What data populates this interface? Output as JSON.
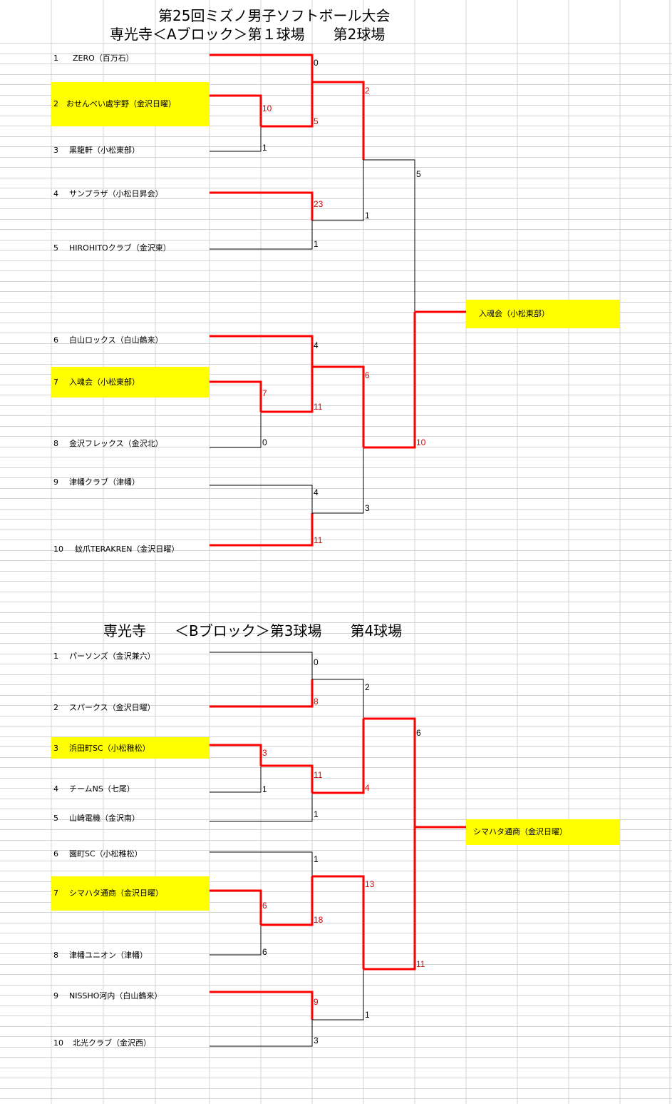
{
  "header": {
    "title_line1": "第25回ミズノ男子ソフトボール大会",
    "title_line2": "専光寺＜Aブロック＞第１球場　　第2球場"
  },
  "block_b": {
    "title": "専光寺　　＜Bブロック＞第3球場　　第4球場"
  },
  "colors": {
    "win_line": "#ff0000",
    "lose_line": "#000000",
    "highlight": "#ffff00",
    "grid": "#d4d4d4"
  },
  "block_a": {
    "teams": [
      {
        "no": "1",
        "name": "ZERO（百万石）"
      },
      {
        "no": "2",
        "name": "おせんべい處宇野（金沢日曜）"
      },
      {
        "no": "3",
        "name": "黒龍軒（小松東部）"
      },
      {
        "no": "4",
        "name": "サンプラザ（小松日昇会）"
      },
      {
        "no": "5",
        "name": "HIROHITOクラブ（金沢東）"
      },
      {
        "no": "6",
        "name": "白山ロックス（白山鶴来）"
      },
      {
        "no": "7",
        "name": "入魂会（小松東部）"
      },
      {
        "no": "8",
        "name": "金沢フレックス（金沢北）"
      },
      {
        "no": "9",
        "name": "津幡クラブ（津幡）"
      },
      {
        "no": "10",
        "name": "蚊爪TERAKREN（金沢日曜）"
      }
    ],
    "champion": "入魂会（小松東部）",
    "scores": [
      "10",
      "1",
      "0",
      "5",
      "23",
      "1",
      "2",
      "1",
      "7",
      "0",
      "4",
      "11",
      "4",
      "11",
      "6",
      "3",
      "5",
      "10"
    ]
  },
  "block_b_data": {
    "teams": [
      {
        "no": "1",
        "name": "パーソンズ（金沢兼六）"
      },
      {
        "no": "2",
        "name": "スパークス（金沢日曜）"
      },
      {
        "no": "3",
        "name": "浜田町SC（小松稚松）"
      },
      {
        "no": "4",
        "name": "チームNS（七尾）"
      },
      {
        "no": "5",
        "name": "山崎電機（金沢南）"
      },
      {
        "no": "6",
        "name": "園町SC（小松稚松）"
      },
      {
        "no": "7",
        "name": "シマハタ通商（金沢日曜）"
      },
      {
        "no": "8",
        "name": "津幡ユニオン（津幡）"
      },
      {
        "no": "9",
        "name": "NISSHO河内（白山鶴来）"
      },
      {
        "no": "10",
        "name": "北光クラブ（金沢西）"
      }
    ],
    "champion": "シマハタ通商（金沢日曜）",
    "scores": [
      "0",
      "8",
      "3",
      "1",
      "11",
      "1",
      "2",
      "4",
      "6",
      "18",
      "6",
      "1",
      "13",
      "9",
      "3",
      "1",
      "6",
      "11"
    ]
  }
}
